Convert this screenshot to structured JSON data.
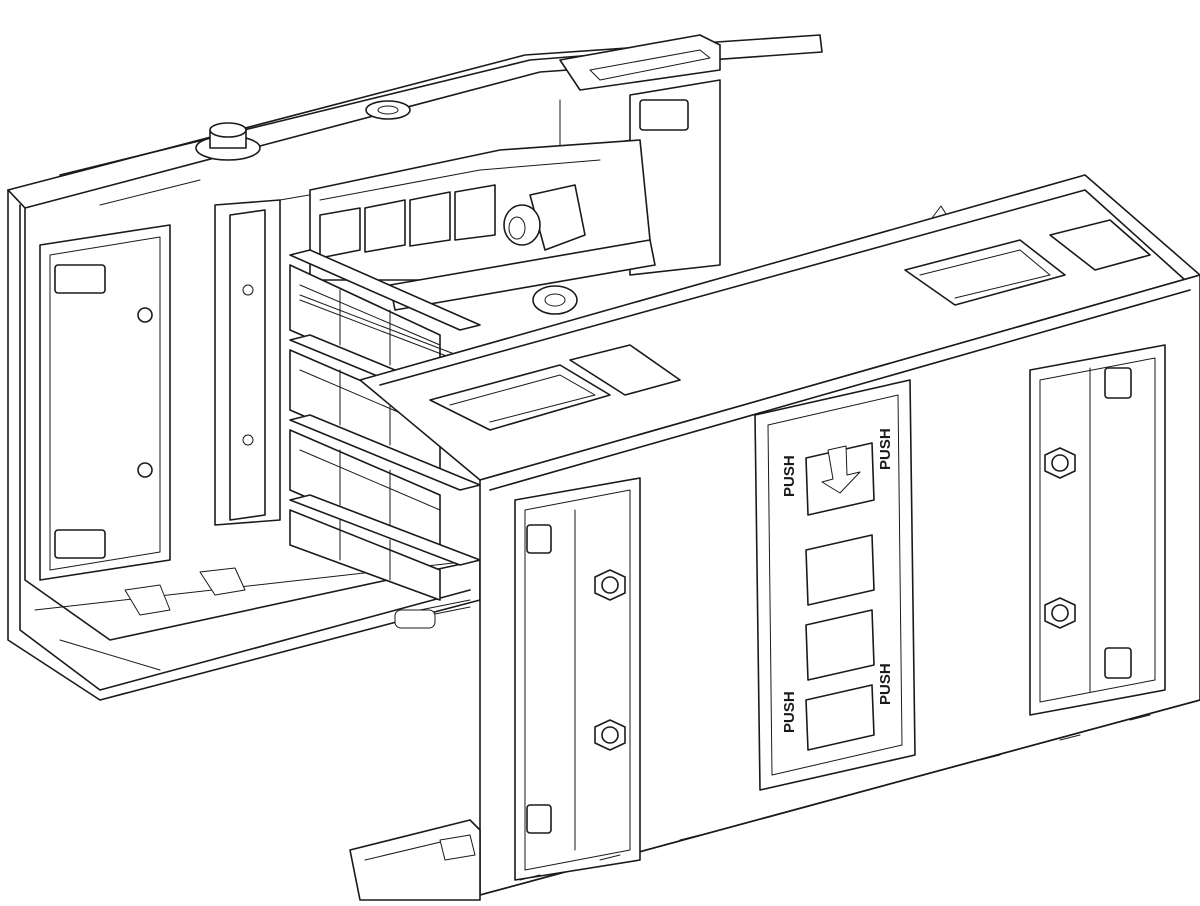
{
  "labels": {
    "push_top_left": "PUSH",
    "push_top_right": "PUSH",
    "push_bottom_left": "PUSH",
    "push_bottom_right": "PUSH"
  },
  "colors": {
    "line": "#1a1a1a",
    "background": "#ffffff"
  }
}
